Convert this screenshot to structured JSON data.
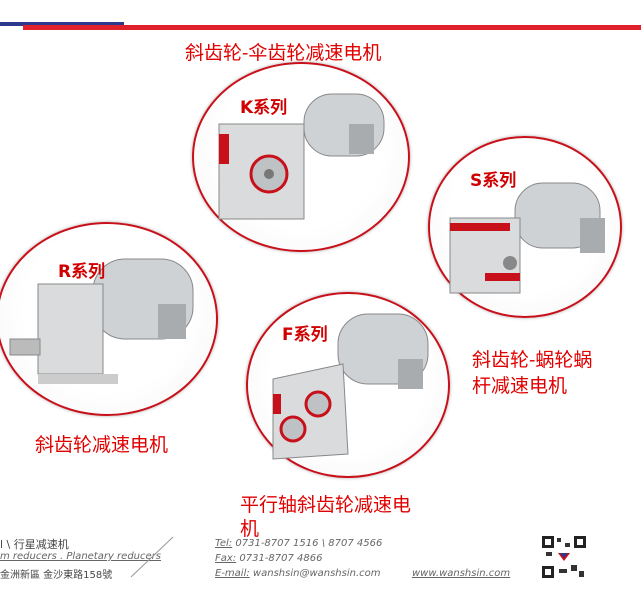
{
  "labels": {
    "k_title": "斜齿轮-伞齿轮减速电机",
    "k_series": "K系列",
    "s_series": "S系列",
    "s_title_1": "斜齿轮-蜗轮蜗",
    "s_title_2": "杆减速电机",
    "r_series": "R系列",
    "r_title": "斜齿轮减速电机",
    "f_series": "F系列",
    "f_title_1": "平行轴斜齿轮减速电",
    "f_title_2": "机"
  },
  "footer": {
    "cn_products": "l \\ 行星减速机",
    "en_products": "m reducers . Planetary reducers",
    "address": "金洲新區  金沙東路158號",
    "tel_label": "Tel:",
    "tel": "0731-8707 1516  \\  8707 4566",
    "fax_label": "Fax:",
    "fax": "0731-8707 4866",
    "email_label": "E-mail:",
    "email": "wanshsin@wanshsin.com",
    "website": "www.wanshsin.com"
  },
  "colors": {
    "accent_red": "#e0202a",
    "accent_blue": "#2b3a8c"
  }
}
